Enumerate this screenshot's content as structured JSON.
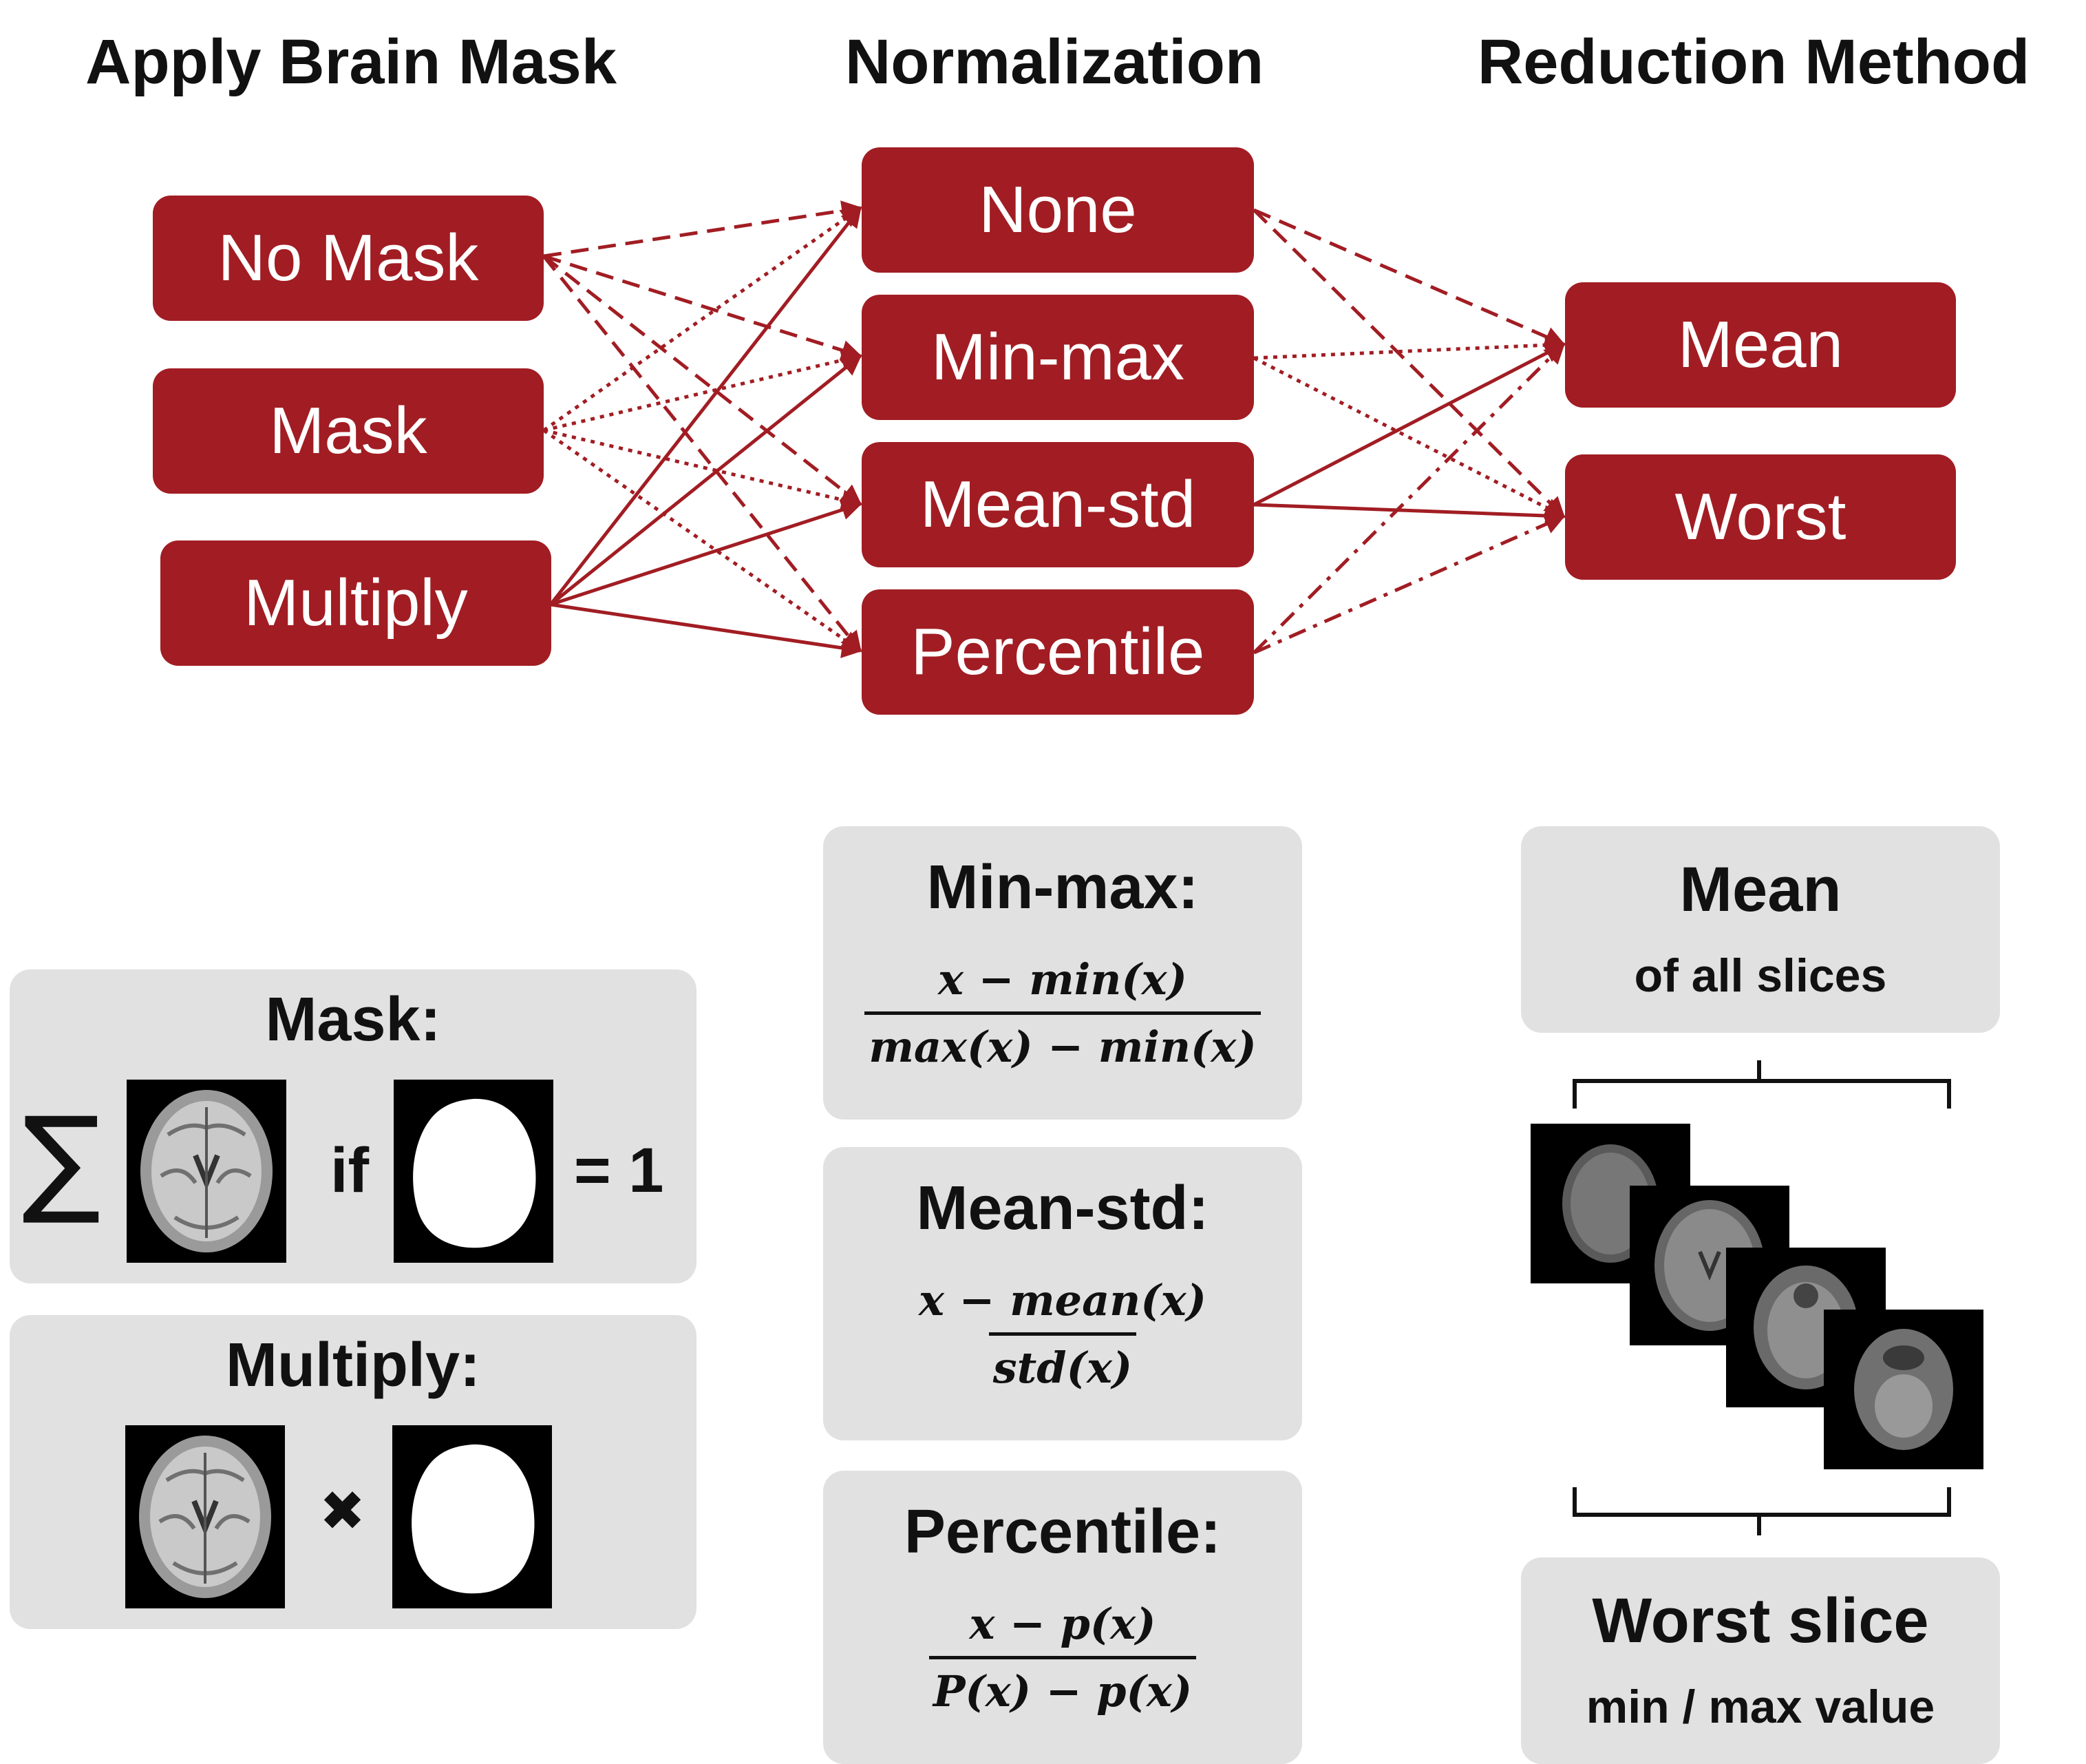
{
  "headers": {
    "mask": "Apply Brain Mask",
    "norm": "Normalization",
    "reduce": "Reduction Method"
  },
  "mask_nodes": [
    "No Mask",
    "Mask",
    "Multiply"
  ],
  "norm_nodes": [
    "None",
    "Min-max",
    "Mean-std",
    "Percentile"
  ],
  "reduce_nodes": [
    "Mean",
    "Worst"
  ],
  "colors": {
    "accent": "#a11d23",
    "panel": "#e1e1e1",
    "text": "#111111"
  },
  "panels": {
    "mask": {
      "title": "Mask:",
      "sum_symbol": "∑",
      "if_label": "if",
      "equals_label": "= 1"
    },
    "multiply": {
      "title": "Multiply:",
      "times_symbol": "✖"
    },
    "minmax": {
      "title": "Min-max:",
      "numerator": "x  − min(x)",
      "denominator": "max(x) − min(x)"
    },
    "meanstd": {
      "title": "Mean-std:",
      "numerator": "x  − mean(x)",
      "denominator": "std(x)"
    },
    "percentile": {
      "title": "Percentile:",
      "numerator": "x  − p(x)",
      "denominator": "P(x) − p(x)"
    },
    "mean": {
      "title": "Mean",
      "subtitle": "of all slices"
    },
    "worst": {
      "title": "Worst slice",
      "subtitle": "min / max value"
    }
  },
  "icons": {
    "brain_mri": "brain-mri-icon",
    "brain_mask": "brain-mask-icon",
    "slice_stack": "mri-slices-icon",
    "brace": "curly-brace-icon"
  }
}
